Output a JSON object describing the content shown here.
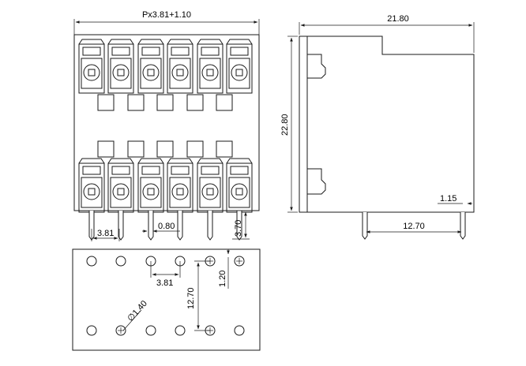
{
  "front_view": {
    "overall_width_label": "Px3.81+1.10",
    "pitch_label": "3.81",
    "pin_width_label": "0.80",
    "pin_length_label": "3.70",
    "clamp_count": 6,
    "window_count": 5
  },
  "side_view": {
    "depth_label": "21.80",
    "height_label": "22.80",
    "offset_label": "1.15",
    "pin_spacing_label": "12.70"
  },
  "footprint": {
    "pitch_label": "3.81",
    "row_spacing_label": "12.70",
    "hole_offset_label": "1.20",
    "hole_diameter_label": "∅1.40",
    "holes_per_row": 6
  }
}
